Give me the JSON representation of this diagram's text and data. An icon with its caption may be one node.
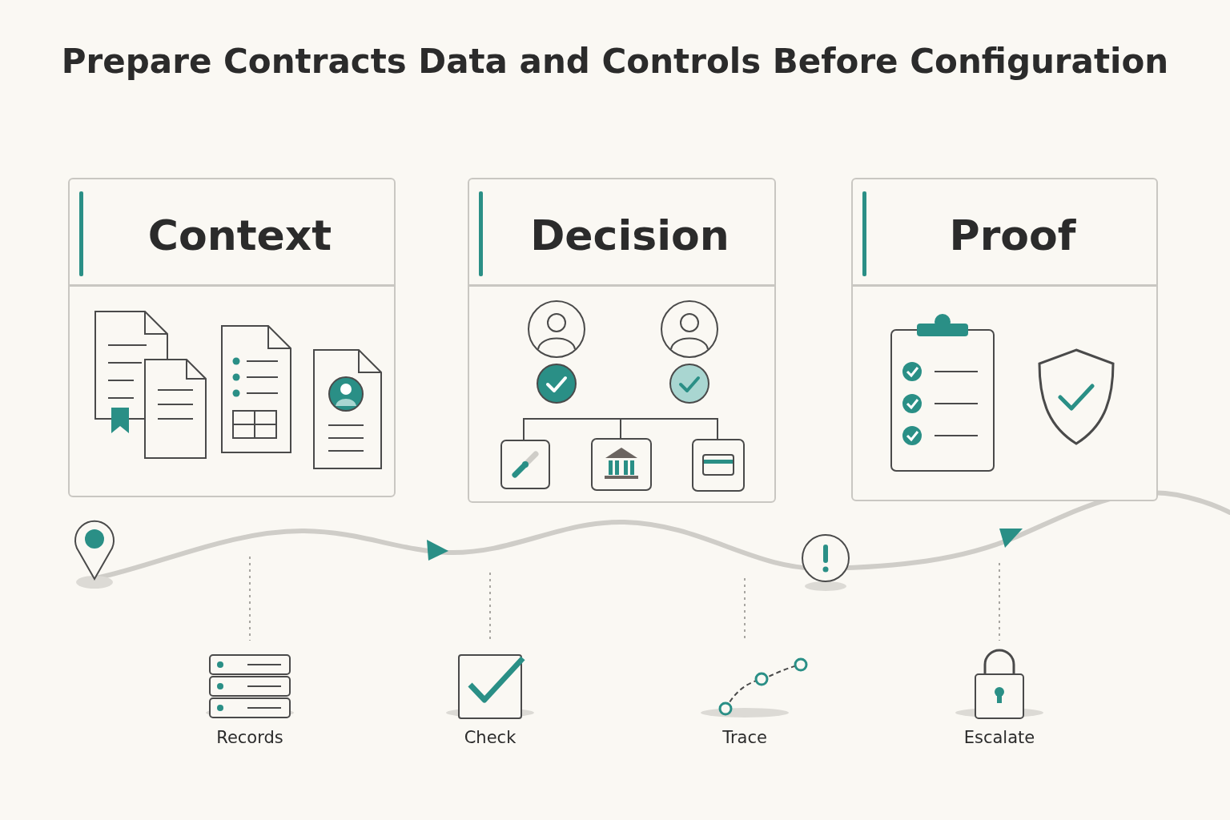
{
  "diagram": {
    "title": "Prepare Contracts Data and Controls Before Configuration",
    "nodes": [
      {
        "text": [
          "Context"
        ]
      },
      {
        "text": [
          "Decision"
        ]
      },
      {
        "text": [
          "Proof"
        ]
      },
      {
        "text": [
          "Records"
        ]
      },
      {
        "text": [
          "Check"
        ]
      },
      {
        "text": [
          "Trace"
        ]
      },
      {
        "text": [
          "Escalate"
        ]
      }
    ],
    "edges": [
      {
        "from": null,
        "to": 3,
        "arrow": "none",
        "style": "dashed"
      },
      {
        "from": null,
        "to": 4,
        "arrow": "none",
        "style": "dashed"
      },
      {
        "from": null,
        "to": 5,
        "arrow": "none",
        "style": "dashed"
      },
      {
        "from": null,
        "to": 6,
        "arrow": "none",
        "style": "dashed"
      }
    ]
  }
}
